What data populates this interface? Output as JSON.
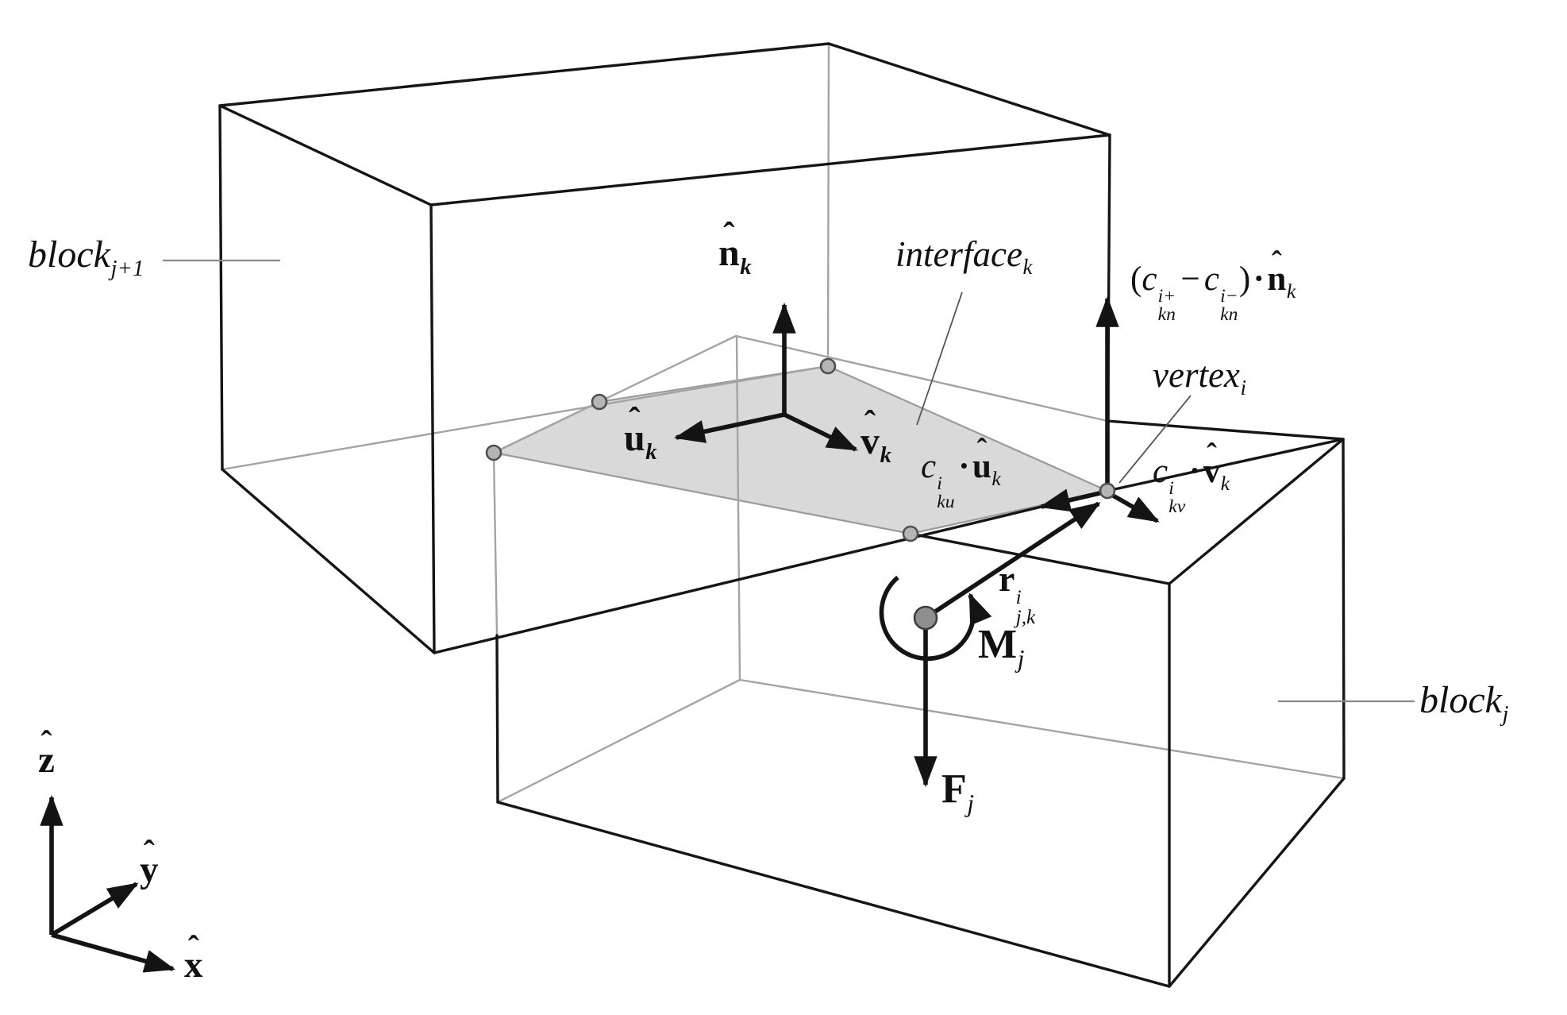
{
  "figure": {
    "description": "3D diagram of two rigid blocks sharing a contact interface polygon with normal/tangent vectors, vertex forces and block force-moment resultants",
    "colors": {
      "edge": "#151515",
      "hidden_edge": "#a3a3a3",
      "interface_fill": "#d9d9d9",
      "interface_stroke": "#9b9b9b",
      "leader": "#8a8a8a",
      "dot_fill": "#b5b5b5",
      "dot_stroke": "#4f4f4f",
      "centroid_fill": "#8f8f8f",
      "arrow": "#141414"
    },
    "labels": {
      "block_upper": {
        "base": "block",
        "sub": "j+1"
      },
      "block_lower": {
        "base": "block",
        "sub": "j"
      },
      "interface": {
        "base": "interface",
        "sub": "k"
      },
      "vertex": {
        "base": "vertex",
        "sub": "i"
      },
      "n_hat": {
        "hat": "ˆ",
        "base": "n",
        "sub": "k"
      },
      "u_hat": {
        "hat": "ˆ",
        "base": "u",
        "sub": "k"
      },
      "v_hat": {
        "hat": "ˆ",
        "base": "v",
        "sub": "k"
      },
      "c_ku": {
        "coef": "c",
        "sup": "i",
        "sub": "ku",
        "dot": "·",
        "hat": "ˆ",
        "vec": "u",
        "vecsub": "k"
      },
      "c_kv": {
        "coef": "c",
        "sup": "i",
        "sub": "kv",
        "dot": "·",
        "hat": "ˆ",
        "vec": "v",
        "vecsub": "k"
      },
      "c_kn": {
        "open": "(",
        "coef1": "c",
        "sup1": "i+",
        "sub1": "kn",
        "minus": "−",
        "coef2": "c",
        "sup2": "i−",
        "sub2": "kn",
        "close": ")",
        "dot": "·",
        "hat": "ˆ",
        "vec": "n",
        "vecsub": "k"
      },
      "r_jk": {
        "base": "r",
        "sup": "i",
        "sub": "j,k"
      },
      "moment": {
        "base": "M",
        "sub": "j"
      },
      "force": {
        "base": "F",
        "sub": "j"
      },
      "axis_z": {
        "hat": "ˆ",
        "base": "z"
      },
      "axis_y": {
        "hat": "ˆ",
        "base": "y"
      },
      "axis_x": {
        "hat": "ˆ",
        "base": "x"
      }
    }
  }
}
